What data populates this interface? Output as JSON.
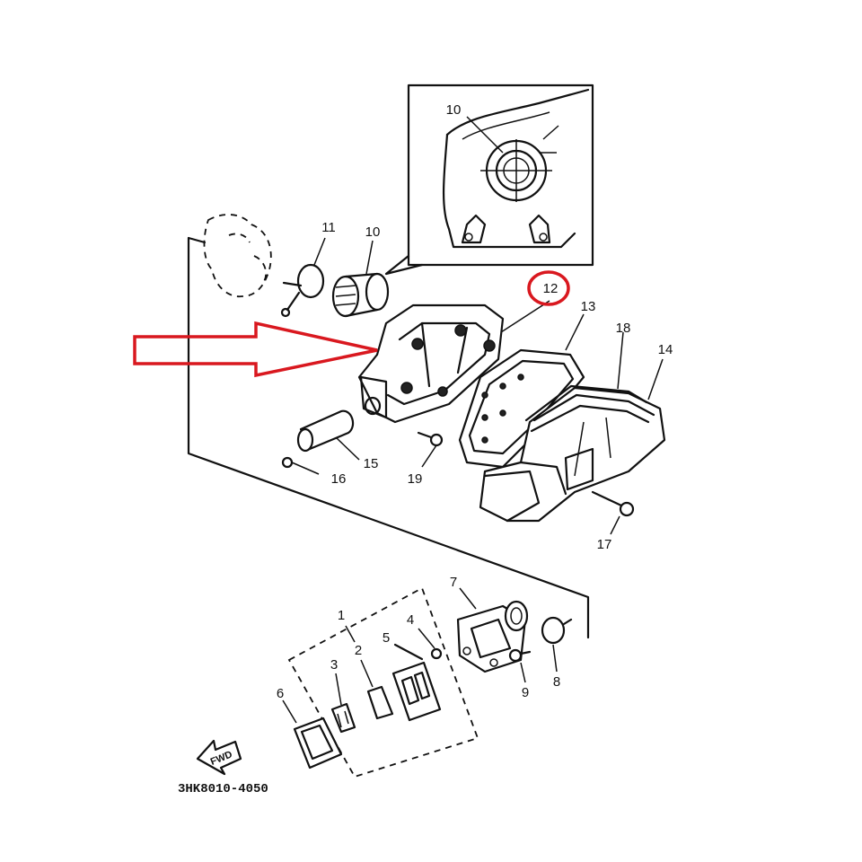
{
  "diagram": {
    "part_number_code": "3HK8010-4050",
    "fwd_label": "FWD",
    "part_labels": {
      "p1": "1",
      "p2": "2",
      "p3": "3",
      "p4": "4",
      "p5": "5",
      "p6": "6",
      "p7": "7",
      "p8": "8",
      "p9": "9",
      "p10_inset": "10",
      "p10": "10",
      "p11": "11",
      "p12": "12",
      "p13": "13",
      "p14": "14",
      "p15": "15",
      "p16": "16",
      "p17": "17",
      "p18": "18",
      "p19": "19"
    },
    "highlight_color": "#d9181f",
    "line_color": "#111111"
  }
}
